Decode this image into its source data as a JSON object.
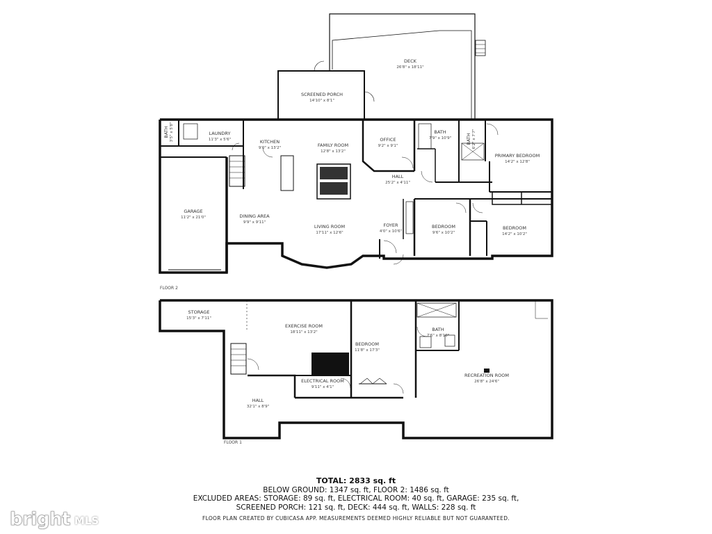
{
  "floor2": {
    "label": "FLOOR 2",
    "rooms": {
      "deck": {
        "name": "DECK",
        "dims": "26'8\" x 18'11\""
      },
      "screened_porch": {
        "name": "SCREENED PORCH",
        "dims": "14'10\" x 8'1\""
      },
      "laundry": {
        "name": "LAUNDRY",
        "dims": "11'3\" x 5'6\""
      },
      "bath_small": {
        "name": "BATH",
        "dims": "3'5\" x 5'8\""
      },
      "kitchen": {
        "name": "KITCHEN",
        "dims": "9'0\" x 13'2\""
      },
      "family_room": {
        "name": "FAMILY ROOM",
        "dims": "12'8\" x 13'2\""
      },
      "office": {
        "name": "OFFICE",
        "dims": "9'2\" x 9'1\""
      },
      "bath": {
        "name": "BATH",
        "dims": "7'9\" x 10'9\""
      },
      "bath_primary": {
        "name": "BATH",
        "dims": "6'2\" x 7'7\""
      },
      "primary_bedroom": {
        "name": "PRIMARY BEDROOM",
        "dims": "14'2\" x 12'8\""
      },
      "hall": {
        "name": "HALL",
        "dims": "25'2\" x 4'11\""
      },
      "garage": {
        "name": "GARAGE",
        "dims": "11'2\" x 21'0\""
      },
      "dining_area": {
        "name": "DINING AREA",
        "dims": "9'9\" x 9'11\""
      },
      "living_room": {
        "name": "LIVING ROOM",
        "dims": "17'11\" x 12'6\""
      },
      "foyer": {
        "name": "FOYER",
        "dims": "4'0\" x 10'6\""
      },
      "bedroom_a": {
        "name": "BEDROOM",
        "dims": "9'6\" x 10'2\""
      },
      "bedroom_b": {
        "name": "BEDROOM",
        "dims": "14'2\" x 10'2\""
      }
    }
  },
  "floor1": {
    "label": "FLOOR 1",
    "rooms": {
      "storage": {
        "name": "STORAGE",
        "dims": "15'3\" x 7'11\""
      },
      "exercise_room": {
        "name": "EXERCISE ROOM",
        "dims": "18'11\" x 13'2\""
      },
      "bedroom": {
        "name": "BEDROOM",
        "dims": "11'8\" x 17'3\""
      },
      "bath": {
        "name": "BATH",
        "dims": "7'6\" x 8'10\""
      },
      "recreation_room": {
        "name": "RECREATION ROOM",
        "dims": "26'8\" x 24'6\""
      },
      "electrical_room": {
        "name": "ELECTRICAL ROOM",
        "dims": "9'11\" x 4'1\""
      },
      "hall": {
        "name": "HALL",
        "dims": "32'1\" x 8'9\""
      }
    }
  },
  "summary": {
    "total": "TOTAL: 2833 sq. ft",
    "line1": "BELOW GROUND: 1347 sq. ft, FLOOR 2: 1486 sq. ft",
    "line2": "EXCLUDED AREAS: STORAGE: 89 sq. ft, ELECTRICAL ROOM: 40 sq. ft, GARAGE: 235 sq. ft,",
    "line3": "SCREENED PORCH: 121 sq. ft, DECK: 444 sq. ft, WALLS: 228 sq. ft"
  },
  "disclaimer": "FLOOR PLAN CREATED BY CUBICASA APP. MEASUREMENTS DEEMED HIGHLY RELIABLE BUT NOT GUARANTEED.",
  "watermark": {
    "brand": "bright",
    "suffix": "MLS"
  }
}
